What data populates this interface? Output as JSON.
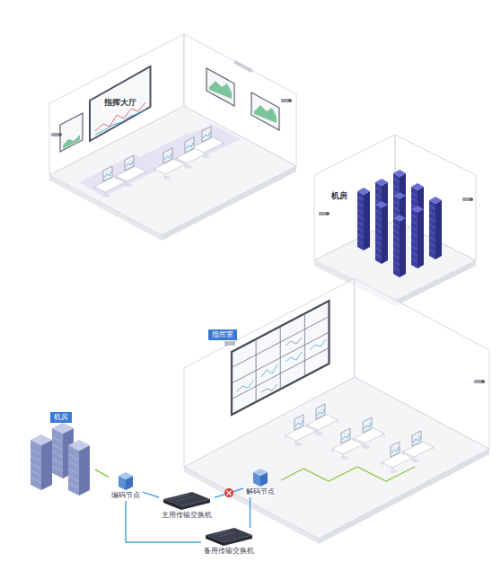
{
  "diagram": {
    "nodes": [
      {
        "text": [
          "指挥大厅"
        ]
      },
      {
        "text": [
          "机房"
        ]
      },
      {
        "text": [
          "指挥室"
        ]
      },
      {
        "text": [
          "机房"
        ]
      },
      {
        "text": [
          "编码节点"
        ]
      },
      {
        "text": [
          "解码节点"
        ],
        "in": 2
      },
      {
        "text": [
          "主用传输交换机"
        ]
      },
      {
        "text": [
          "备用传输交换机"
        ]
      }
    ],
    "edges": [
      {
        "from": 3,
        "to": 4,
        "arrow": "none"
      },
      {
        "from": 4,
        "to": 6,
        "arrow": "none"
      },
      {
        "from": 6,
        "to": 5,
        "arrow": "none"
      },
      {
        "from": 4,
        "to": 7,
        "arrow": "none"
      },
      {
        "from": 7,
        "to": 5,
        "arrow": "none"
      }
    ]
  }
}
